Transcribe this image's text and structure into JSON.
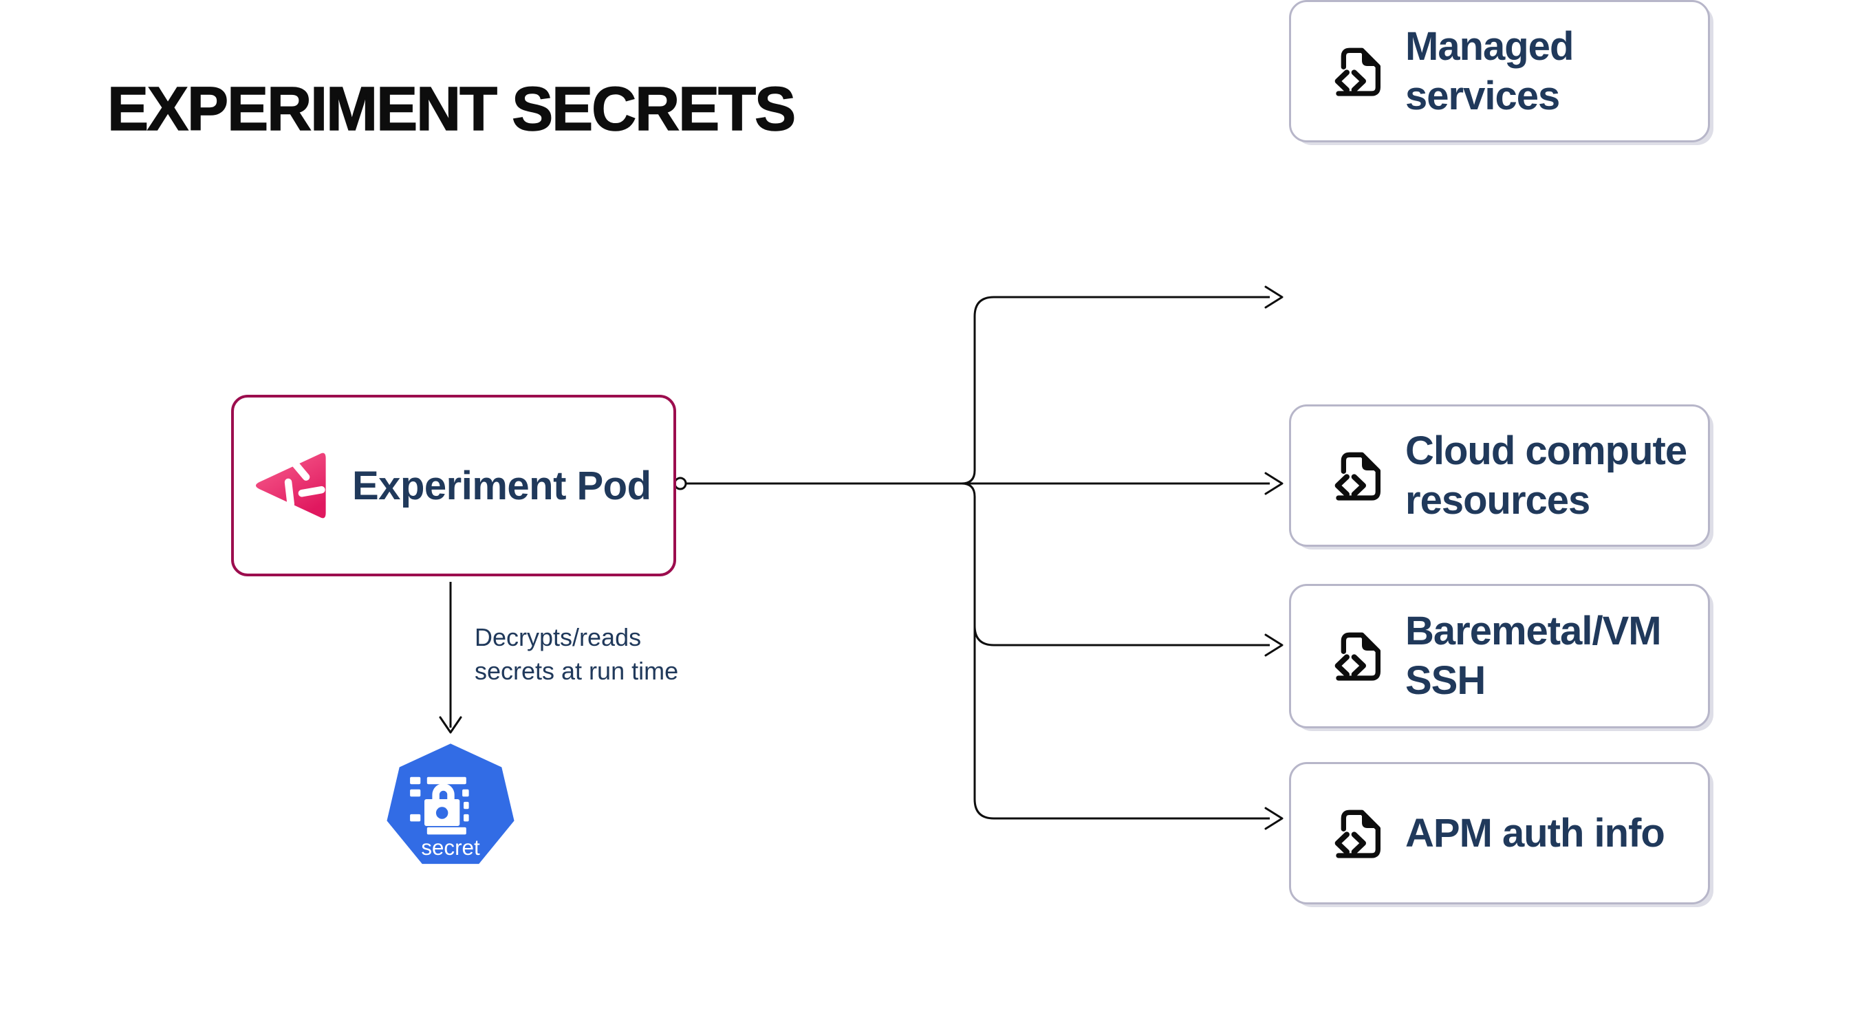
{
  "title": "EXPERIMENT SECRETS",
  "pod": {
    "label": "Experiment Pod",
    "icon": "litmus-chaos-icon"
  },
  "annotation": {
    "text": "Decrypts/reads\nsecrets at run time"
  },
  "secret_node": {
    "label": "secret",
    "icon": "kubernetes-secret-icon"
  },
  "targets": [
    {
      "label": "Managed services",
      "icon": "file-code-icon"
    },
    {
      "label": "Cloud compute resources",
      "icon": "file-code-icon"
    },
    {
      "label": "Baremetal/VM SSH",
      "icon": "file-code-icon"
    },
    {
      "label": "APM auth info",
      "icon": "file-code-icon"
    }
  ],
  "colors": {
    "ink": "#0d0d0d",
    "navy": "#20395b",
    "pod-border": "#9c0d4e",
    "target-border": "#b7b6c9",
    "k8s-blue": "#326ce5",
    "litmus-pink-light": "#f8618f",
    "litmus-pink-dark": "#e0185f",
    "background": "#ffffff"
  }
}
